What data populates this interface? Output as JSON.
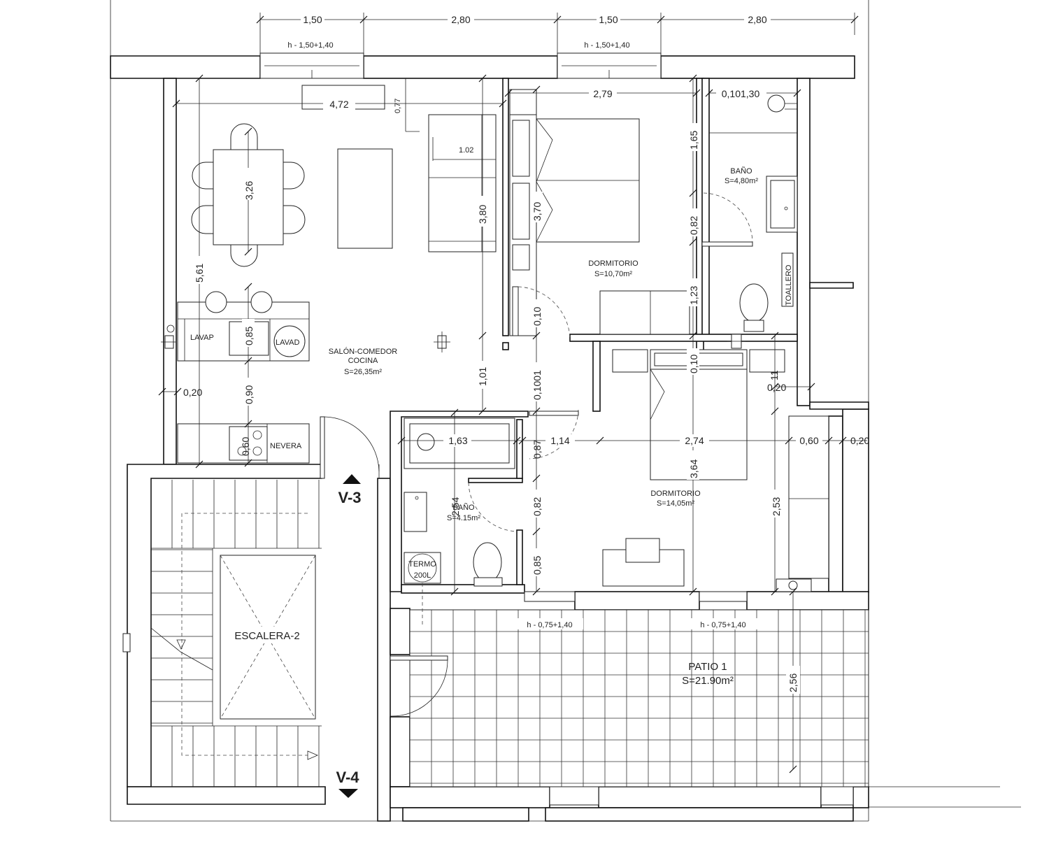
{
  "dimensions_top": [
    "1,50",
    "2,80",
    "1,50",
    "2,80"
  ],
  "window_heights": {
    "w1": "h - 1,50+1,40",
    "w2": "h - 1,50+1,40",
    "w3": "h - 0,75+1,40",
    "w4": "h - 0,75+1,40"
  },
  "dimensions": {
    "d_472": "4,72",
    "d_077": "0,77",
    "d_102": "1.02",
    "d_326": "3,26",
    "d_561": "5,61",
    "d_380": "3,80",
    "d_370": "3,70",
    "d_279": "2,79",
    "d_010_130": "0,101,30",
    "d_165": "1,65",
    "d_082a": "0,82",
    "d_123": "1,23",
    "d_010a": "0,10",
    "d_010b": "0,10",
    "d_085a": "0,85",
    "d_090": "0,90",
    "d_020a": "0,20",
    "d_101": "1,01",
    "d_010_101": "0,1001",
    "d_11": "11",
    "d_020b": "0,20",
    "d_163": "1,63",
    "d_087": "0,87",
    "d_114": "1,14",
    "d_274": "2,74",
    "d_060a": "0,60",
    "d_020c": "0,20",
    "d_060b": "0,60",
    "d_364": "3,64",
    "d_254": "2,54",
    "d_082b": "0,82",
    "d_085b": "0,85",
    "d_253": "2,53",
    "d_256": "2,56"
  },
  "rooms": {
    "salon_name": "SALÓN-COMEDOR",
    "salon_name2": "COCINA",
    "salon_area": "S=26,35m²",
    "dorm1_name": "DORMITORIO",
    "dorm1_area": "S=10,70m²",
    "bano1_name": "BAÑO",
    "bano1_area": "S=4,80m²",
    "dorm2_name": "DORMITORIO",
    "dorm2_area": "S=14,05m²",
    "bano2_name": "BAÑO",
    "bano2_area": "S=4.15m²",
    "patio_name": "PATIO 1",
    "patio_area": "S=21.90m²",
    "stair_name": "ESCALERA-2"
  },
  "fixtures": {
    "lavap": "LAVAP",
    "lavad": "LAVAD",
    "nevera": "NEVERA",
    "toallero": "TOALLERO",
    "termo1": "TERMO",
    "termo2": "200L"
  },
  "section_marks": {
    "v3": "V-3",
    "v4": "V-4"
  }
}
